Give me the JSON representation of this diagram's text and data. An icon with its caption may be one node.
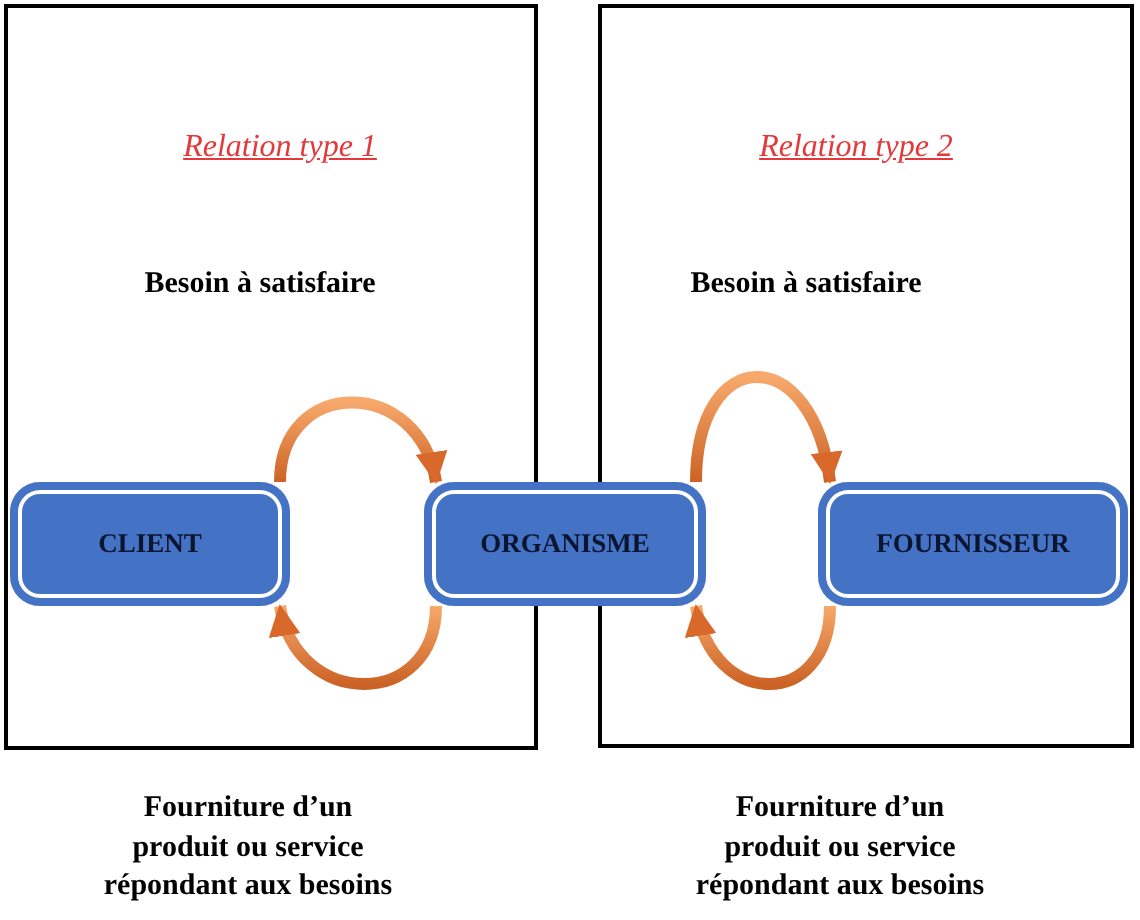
{
  "diagram": {
    "nodes": [
      {
        "text": [
          "Relation type 1",
          "Besoin à satisfaire"
        ],
        "beside": [
          "Fourniture d’un produit ou service répondant aux besoins"
        ]
      },
      {
        "text": [
          "Relation type 2",
          "Besoin à satisfaire"
        ],
        "beside": [
          "Fourniture d’un produit ou service répondant aux besoins"
        ]
      },
      {
        "text": [
          "CLIENT"
        ],
        "in": 0
      },
      {
        "text": [
          "ORGANISME"
        ]
      },
      {
        "text": [
          "FOURNISSEUR"
        ],
        "in": 1
      }
    ],
    "edges": [
      {
        "from": 2,
        "to": 3,
        "arrow": "to"
      },
      {
        "from": 3,
        "to": 2,
        "arrow": "to"
      },
      {
        "from": 3,
        "to": 4,
        "arrow": "to"
      },
      {
        "from": 4,
        "to": 3,
        "arrow": "to"
      }
    ]
  }
}
